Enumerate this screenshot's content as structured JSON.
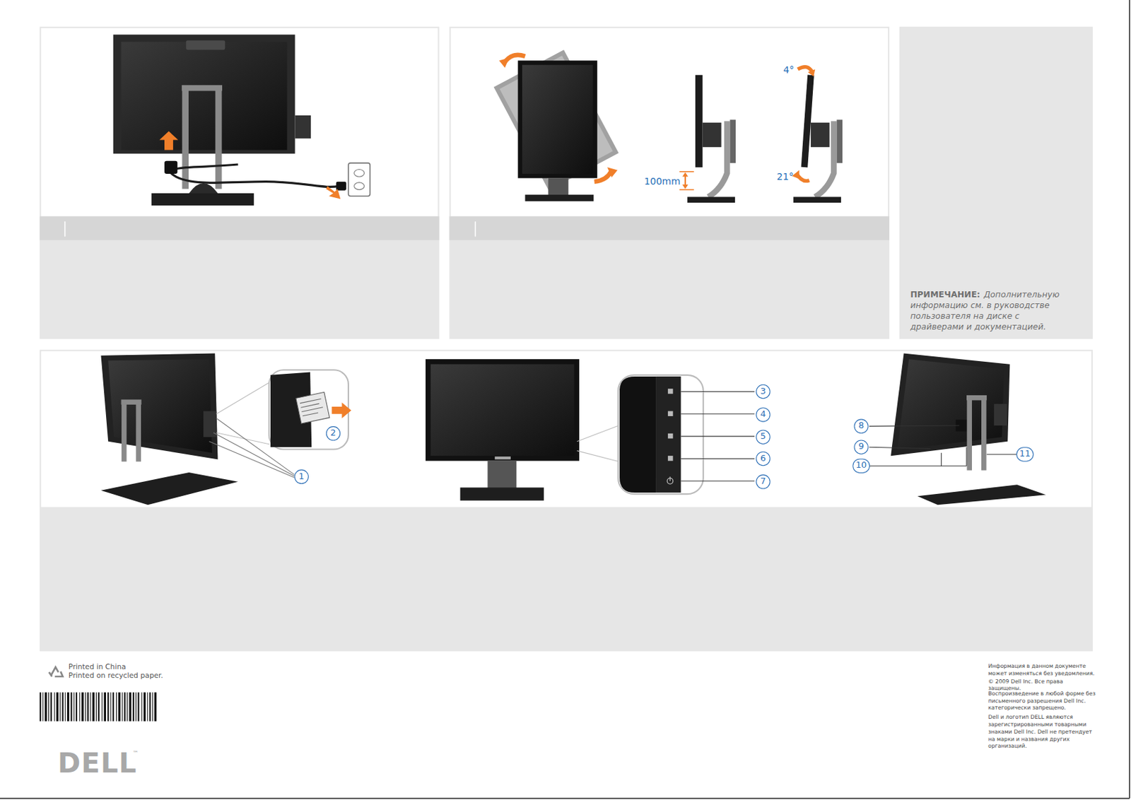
{
  "diagram": {
    "nodes": [
      {
        "text": [
          "ПРИМЕЧАНИЕ:",
          "Дополнительную информацию см. в руководстве пользователя на диске с драйверами и документацией."
        ]
      },
      {
        "text": [
          "1"
        ]
      },
      {
        "text": [
          "2"
        ]
      },
      {
        "text": [
          "3"
        ]
      },
      {
        "text": [
          "4"
        ]
      },
      {
        "text": [
          "5"
        ]
      },
      {
        "text": [
          "6"
        ]
      },
      {
        "text": [
          "7"
        ]
      },
      {
        "text": [
          "8"
        ]
      },
      {
        "text": [
          "9"
        ]
      },
      {
        "text": [
          "10"
        ]
      },
      {
        "text": [
          "11"
        ]
      }
    ],
    "labels": [
      "100mm",
      "4°",
      "21°",
      "Printed in China",
      "Printed on recycled paper.",
      "Информация в данном документе может изменяться без уведомления.",
      "© 2009 Dell Inc. Все права защищены.",
      "Воспроизведение в любой форме без письменного разрешения Dell Inc. категорически запрещено.",
      "Dell и логотип DELL являются зарегистрированными товарными знаками Dell Inc. Dell не претендует на марки и названия других организаций.",
      "DELL",
      "™"
    ]
  }
}
